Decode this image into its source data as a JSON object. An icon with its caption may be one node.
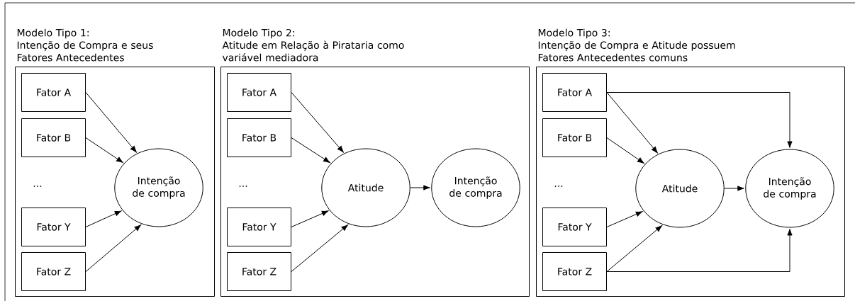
{
  "diagram": {
    "nodes": [
      {
        "text": [
          "Modelo Tipo 1:",
          "Intenção de Compra e seus Fatores Antecedentes"
        ]
      },
      {
        "text": [
          "Fator A"
        ],
        "in": 0
      },
      {
        "text": [
          "Fator B"
        ],
        "in": 0
      },
      {
        "text": [
          "Fator Y"
        ],
        "in": 0
      },
      {
        "text": [
          "Fator Z"
        ],
        "in": 0
      },
      {
        "text": [
          "Intenção de compra"
        ],
        "in": 0
      },
      {
        "text": [
          "Modelo Tipo 2:",
          "Atitude em Relação à Pirataria como variável mediadora"
        ]
      },
      {
        "text": [
          "Fator A"
        ],
        "in": 6
      },
      {
        "text": [
          "Fator B"
        ],
        "in": 6
      },
      {
        "text": [
          "Fator Y"
        ],
        "in": 6
      },
      {
        "text": [
          "Fator Z"
        ],
        "in": 6
      },
      {
        "text": [
          "Atitude"
        ],
        "in": 6
      },
      {
        "text": [
          "Intenção de compra"
        ],
        "in": 6
      },
      {
        "text": [
          "Modelo Tipo 3:",
          "Intenção de Compra e Atitude possuem Fatores Antecedentes comuns"
        ]
      },
      {
        "text": [
          "Fator A"
        ],
        "in": 13
      },
      {
        "text": [
          "Fator B"
        ],
        "in": 13
      },
      {
        "text": [
          "Fator Y"
        ],
        "in": 13
      },
      {
        "text": [
          "Fator Z"
        ],
        "in": 13
      },
      {
        "text": [
          "Atitude"
        ],
        "in": 13
      },
      {
        "text": [
          "Intenção de compra"
        ],
        "in": 13
      }
    ],
    "edges": [
      {
        "from": 1,
        "to": 5,
        "arrow": "to"
      },
      {
        "from": 2,
        "to": 5,
        "arrow": "to"
      },
      {
        "from": 3,
        "to": 5,
        "arrow": "to"
      },
      {
        "from": 4,
        "to": 5,
        "arrow": "to"
      },
      {
        "from": 7,
        "to": 11,
        "arrow": "to"
      },
      {
        "from": 8,
        "to": 11,
        "arrow": "to"
      },
      {
        "from": 9,
        "to": 11,
        "arrow": "to"
      },
      {
        "from": 10,
        "to": 11,
        "arrow": "to"
      },
      {
        "from": 11,
        "to": 12,
        "arrow": "to"
      },
      {
        "from": 14,
        "to": 18,
        "arrow": "to"
      },
      {
        "from": 15,
        "to": 18,
        "arrow": "to"
      },
      {
        "from": 16,
        "to": 18,
        "arrow": "to"
      },
      {
        "from": 17,
        "to": 18,
        "arrow": "to"
      },
      {
        "from": 18,
        "to": 19,
        "arrow": "to"
      },
      {
        "from": 14,
        "to": 19,
        "arrow": "to"
      },
      {
        "from": 17,
        "to": 19,
        "arrow": "to"
      }
    ],
    "labels": [
      "...",
      "...",
      "..."
    ]
  }
}
